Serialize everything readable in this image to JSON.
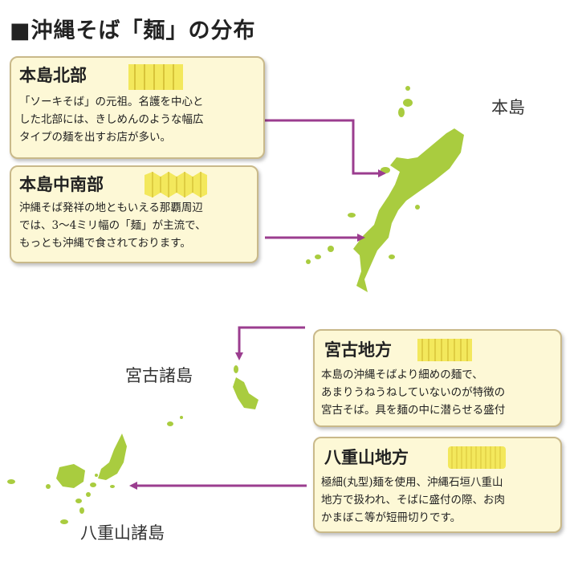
{
  "title": "■沖縄そば「麺」の分布",
  "places": {
    "honto": "本島",
    "miyako": "宮古諸島",
    "yaeyama": "八重山諸島"
  },
  "regions": [
    {
      "heading": "本島北部",
      "lines": [
        "「ソーキそば」の元祖。名護を中心と",
        "した北部には、きしめんのような幅広",
        "タイプの麺を出すお店が多い。"
      ],
      "noodle": "flat-noodle-icon"
    },
    {
      "heading": "本島中南部",
      "lines": [
        "沖縄そば発祥の地ともいえる那覇周辺",
        "では、3〜4ミリ幅の「麺」が主流で、",
        "もっとも沖縄で食されております。"
      ],
      "noodle": "wavy-noodle-icon"
    },
    {
      "heading": "宮古地方",
      "lines": [
        "本島の沖縄そばより細めの麺で、",
        "あまりうねうねしていないのが特徴の",
        "宮古そば。具を麺の中に潜らせる盛付"
      ],
      "noodle": "straight-noodle-icon"
    },
    {
      "heading": "八重山地方",
      "lines": [
        "極細(丸型)麺を使用、沖縄石垣八重山",
        "地方で扱われ、そばに盛付の際、お肉",
        "かまぼこ等が短冊切りです。"
      ],
      "noodle": "round-noodle-icon"
    }
  ],
  "colors": {
    "island": "#a9cc3f",
    "arrow": "#9b3d8f",
    "box_bg": "#fdf8d6",
    "noodle": "#f3e85c"
  }
}
